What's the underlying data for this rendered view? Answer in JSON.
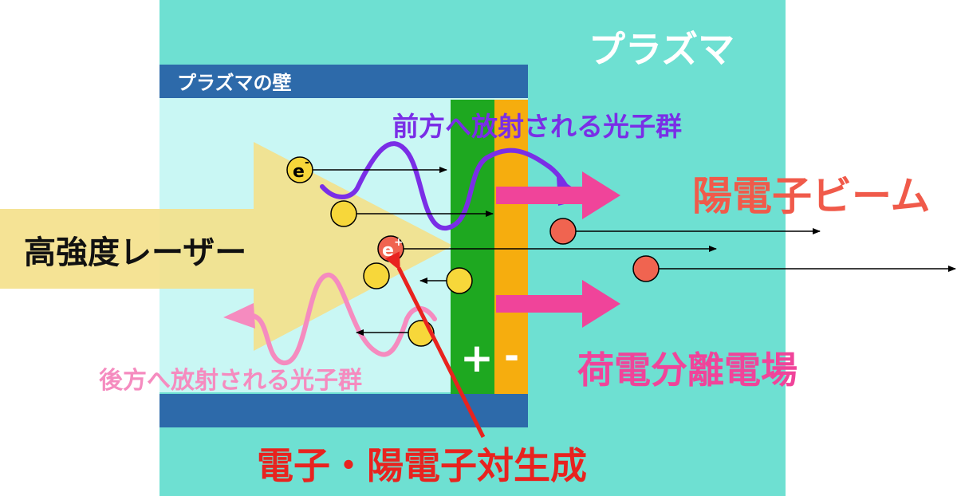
{
  "labels": {
    "plasma": "プラズマ",
    "plasma_wall": "プラズマの壁",
    "forward_photons": "前方へ放射される光子群",
    "backward_photons": "後方へ放射される光子群",
    "positron_beam": "陽電子ビーム",
    "laser": "高強度レーザー",
    "separation_field": "荷電分離電場",
    "pair_creation": "電子・陽電子対生成",
    "plus_sign": "+",
    "minus_sign": "-",
    "electron_symbol": "e",
    "electron_charge": "-",
    "positron_symbol": "e",
    "positron_charge": "+"
  },
  "colors": {
    "plasma": "#6ee0d2",
    "wall": "#2d6aaa",
    "plasma_interior": "#c9f7f4",
    "laser": "#f4e08a",
    "positive_layer": "#1ea820",
    "negative_layer": "#f6ad0e",
    "forward_photons": "#7a2ee6",
    "backward_photons": "#f58bbf",
    "positron_beam_text": "#f05a4a",
    "field_arrows": "#f0449a",
    "pair_creation_text": "#e8231f",
    "electron": "#f7d73a",
    "positron": "#f06450"
  }
}
